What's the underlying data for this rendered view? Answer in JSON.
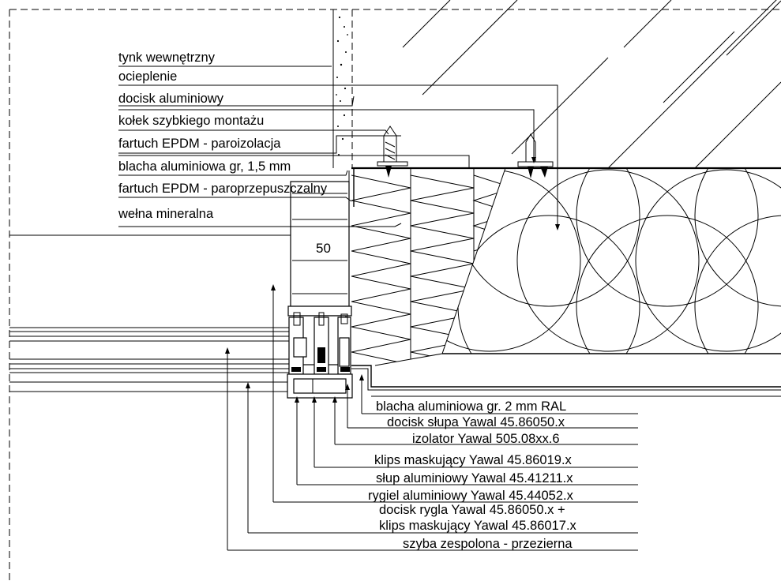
{
  "left_labels": [
    "tynk wewnętrzny",
    "ocieplenie",
    "docisk aluminiowy",
    "kołek szybkiego montażu",
    "fartuch EPDM - paroizolacja",
    "blacha aluminiowa gr, 1,5 mm",
    "fartuch EPDM - paroprzepuszczalny",
    "wełna mineralna"
  ],
  "right_labels": [
    "blacha aluminiowa gr. 2 mm RAL",
    "docisk słupa Yawal 45.86050.x",
    "izolator Yawal 505.08xx.6",
    "klips maskujący Yawal 45.86019.x",
    "słup aluminiowy Yawal 45.41211.x",
    "rygiel aluminiowy Yawal 45.44052.x",
    "docisk rygla Yawal 45.86050.x +",
    "klips maskujący Yawal 45.86017.x",
    "szyba zespolona - przezierna"
  ],
  "dimension_text": "50"
}
